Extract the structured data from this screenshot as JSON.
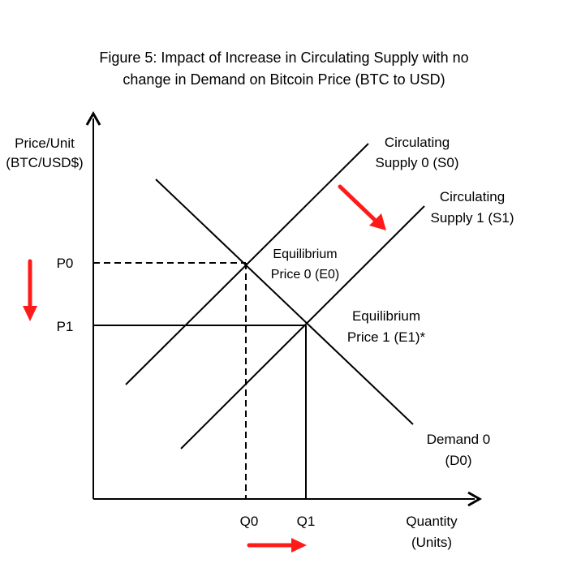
{
  "title": {
    "line1": "Figure 5: Impact of Increase in Circulating Supply with no",
    "line2": "change in Demand on Bitcoin Price (BTC to USD)"
  },
  "axes": {
    "y_label_line1": "Price/Unit",
    "y_label_line2": "(BTC/USD$)",
    "x_label_line1": "Quantity",
    "x_label_line2": "(Units)"
  },
  "ticks": {
    "p0": "P0",
    "p1": "P1",
    "q0": "Q0",
    "q1": "Q1"
  },
  "curves": {
    "s0_line1": "Circulating",
    "s0_line2": "Supply 0 (S0)",
    "s1_line1": "Circulating",
    "s1_line2": "Supply 1 (S1)",
    "d0_line1": "Demand 0",
    "d0_line2": "(D0)"
  },
  "equilibria": {
    "e0_line1": "Equilibrium",
    "e0_line2": "Price 0 (E0)",
    "e1_line1": "Equilibrium",
    "e1_line2": "Price 1 (E1)*"
  },
  "colors": {
    "line": "#000000",
    "arrow": "#ff1a1a"
  }
}
